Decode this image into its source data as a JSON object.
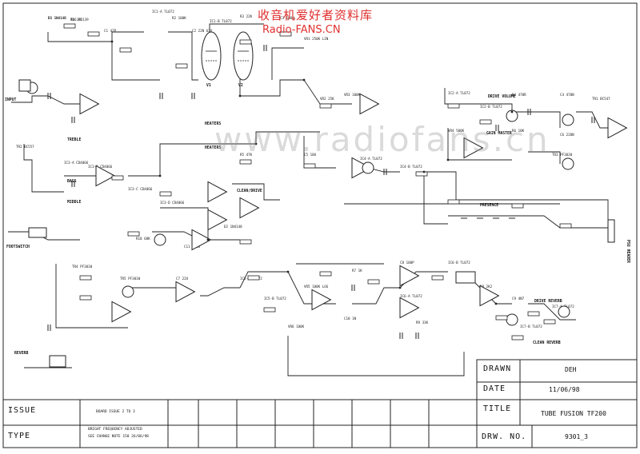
{
  "watermark": {
    "chinese": "收音机爱好者资料库",
    "site": "Radio-FANS.CN",
    "center": "www.radiofans.cn"
  },
  "title_block": {
    "drawn_label": "DRAWN",
    "drawn_value": "DEH",
    "date_label": "DATE",
    "date_value": "11/06/98",
    "title_label": "TITLE",
    "title_value": "TUBE FUSION TF200",
    "drw_label": "DRW. NO.",
    "drw_value": "9301_3",
    "issue_label": "ISSUE",
    "type_label": "TYPE",
    "issue_note": "BOARD ISSUE 2 TO 3",
    "type_note_1": "BRIGHT FREQUENCY ADJUSTED",
    "type_note_2": "SEE CHANGE NOTE 158 26/06/98"
  },
  "labels": {
    "input": "INPUT",
    "footswitch": "FOOTSWITCH",
    "reverb": "REVERB",
    "heaters_1": "HEATERS",
    "heaters_2": "HEATERS",
    "drive_volume": "DRIVE VOLUME",
    "drive_reverb": "DRIVE REVERB",
    "clean_reverb": "CLEAN REVERB",
    "gain_master": "GAIN MASTER",
    "treble": "TREBLE",
    "bass": "BASS",
    "middle": "MIDDLE",
    "clean_drive": "CLEAN/DRIVE",
    "presence": "PRESENCE",
    "v1": "V1",
    "v2": "V2",
    "psu_header": "PSU HEADER"
  },
  "parts": [
    "D1 1N4148",
    "R1 1M",
    "C1 47P",
    "IC1-A TL072",
    "R2 100K",
    "C2 22N 63V",
    "IC1-B TL072",
    "R3 22K",
    "C3 100N",
    "VR1 250K LIN",
    "VR2 25K",
    "VR3 100K",
    "IC2-A TL072",
    "IC2-B TL072",
    "R4 470R",
    "C4 470N",
    "TR1 BC547",
    "TR2 BC557",
    "IC3-A CD4066",
    "IC3-B CD4066",
    "IC3-C CD4066",
    "IC3-D CD4066",
    "R5 47K",
    "C5 10U",
    "IC4-A TL072",
    "IC4-B TL072",
    "VR4 500K",
    "R6 10K",
    "C6 220N",
    "TR3 PF3030",
    "TR4 PF3030",
    "TR5 PF3030",
    "C7 22U",
    "IC5-A TL072",
    "IC5-B TL072",
    "VR5 100K LOG",
    "R7 1K",
    "C8 100P",
    "IC6-A TL072",
    "IC6-B TL072",
    "R8 2K2",
    "C9 4N7",
    "IC7-A TL072",
    "IC7-B TL072",
    "R9 33K",
    "C10 1N",
    "VR6 100K",
    "R10 68K",
    "C11 100U",
    "D2 1N4148",
    "D3 1N4148",
    "TR6 BD139"
  ]
}
